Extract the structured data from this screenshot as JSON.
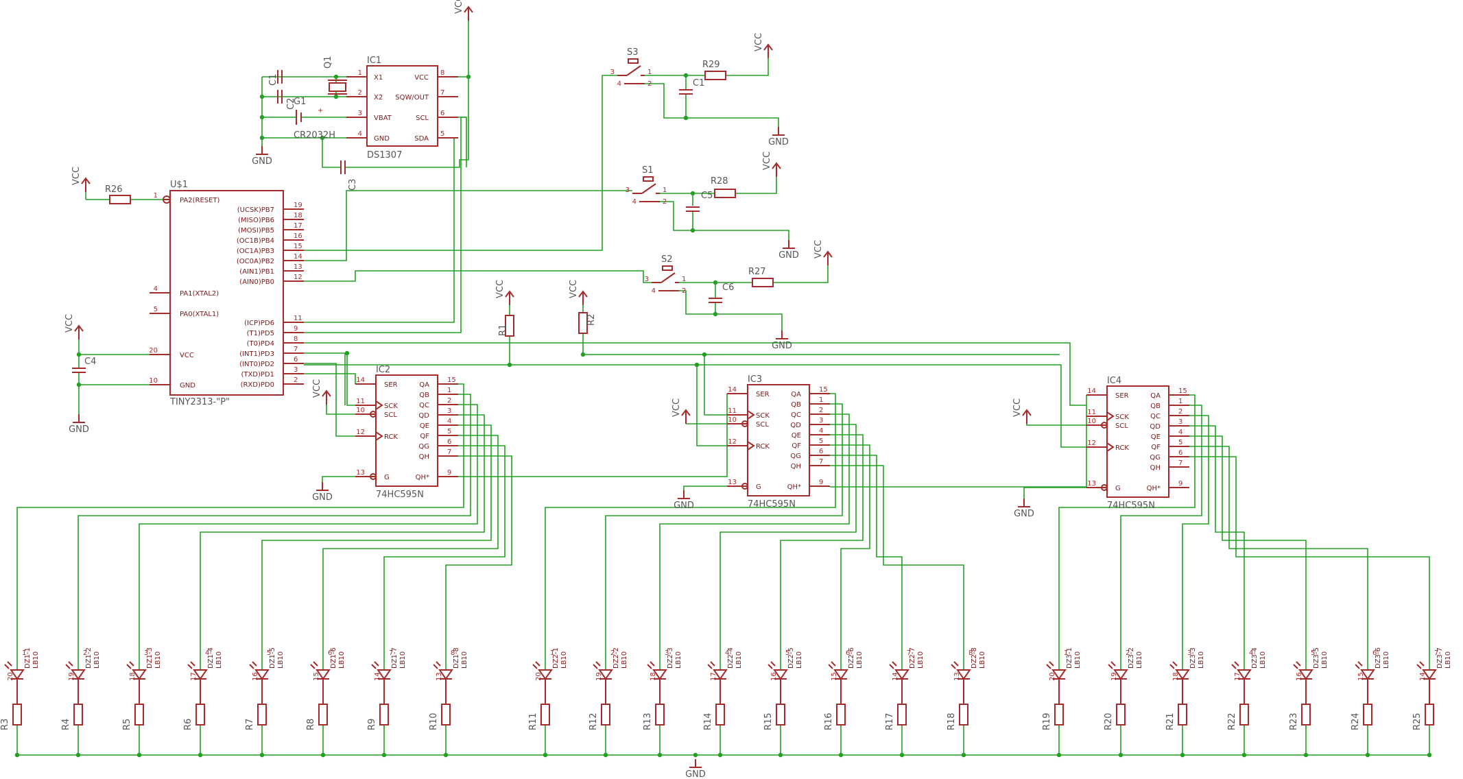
{
  "supply": {
    "vcc": "VCC",
    "gnd": "GND"
  },
  "u1": {
    "name": "U$1",
    "value": "TINY2313-\"P\"",
    "left_pins": [
      {
        "num": "1",
        "label": "PA2(RESET)"
      },
      {
        "num": "4",
        "label": "PA1(XTAL2)"
      },
      {
        "num": "5",
        "label": "PA0(XTAL1)"
      },
      {
        "num": "20",
        "label": "VCC"
      },
      {
        "num": "10",
        "label": "GND"
      }
    ],
    "right_pins": [
      {
        "num": "19",
        "label": "(UCSK)PB7"
      },
      {
        "num": "18",
        "label": "(MISO)PB6"
      },
      {
        "num": "17",
        "label": "(MOSI)PB5"
      },
      {
        "num": "16",
        "label": "(OC1B)PB4"
      },
      {
        "num": "15",
        "label": "(OC1A)PB3"
      },
      {
        "num": "14",
        "label": "(OC0A)PB2"
      },
      {
        "num": "13",
        "label": "(AIN1)PB1"
      },
      {
        "num": "12",
        "label": "(AIN0)PB0"
      },
      {
        "num": "11",
        "label": "(ICP)PD6"
      },
      {
        "num": "9",
        "label": "(T1)PD5"
      },
      {
        "num": "8",
        "label": "(T0)PD4"
      },
      {
        "num": "7",
        "label": "(INT1)PD3"
      },
      {
        "num": "6",
        "label": "(INT0)PD2"
      },
      {
        "num": "3",
        "label": "(TXD)PD1"
      },
      {
        "num": "2",
        "label": "(RXD)PD0"
      }
    ]
  },
  "ic1": {
    "name": "IC1",
    "value": "DS1307",
    "left_pins": [
      {
        "num": "1",
        "label": "X1"
      },
      {
        "num": "2",
        "label": "X2"
      },
      {
        "num": "3",
        "label": "VBAT"
      },
      {
        "num": "4",
        "label": "GND"
      }
    ],
    "right_pins": [
      {
        "num": "8",
        "label": "VCC"
      },
      {
        "num": "7",
        "label": "SQW/OUT"
      },
      {
        "num": "6",
        "label": "SCL"
      },
      {
        "num": "5",
        "label": "SDA"
      }
    ]
  },
  "shift_registers": [
    {
      "name": "IC2",
      "value": "74HC595N"
    },
    {
      "name": "IC3",
      "value": "74HC595N"
    },
    {
      "name": "IC4",
      "value": "74HC595N"
    }
  ],
  "sr_left_pins": [
    {
      "num": "14",
      "label": "SER"
    },
    {
      "num": "11",
      "label": "SCK"
    },
    {
      "num": "10",
      "label": "SCL"
    },
    {
      "num": "12",
      "label": "RCK"
    },
    {
      "num": "13",
      "label": "G"
    }
  ],
  "sr_right_pins": [
    {
      "num": "15",
      "label": "QA"
    },
    {
      "num": "1",
      "label": "QB"
    },
    {
      "num": "2",
      "label": "QC"
    },
    {
      "num": "3",
      "label": "QD"
    },
    {
      "num": "4",
      "label": "QE"
    },
    {
      "num": "5",
      "label": "QF"
    },
    {
      "num": "6",
      "label": "QG"
    },
    {
      "num": "7",
      "label": "QH"
    },
    {
      "num": "9",
      "label": "QH*"
    }
  ],
  "switches": [
    {
      "name": "S3",
      "pins": [
        "3",
        "4",
        "1",
        "2"
      ]
    },
    {
      "name": "S1",
      "pins": [
        "3",
        "4",
        "1",
        "2"
      ]
    },
    {
      "name": "S2",
      "pins": [
        "3",
        "4",
        "1",
        "2"
      ]
    }
  ],
  "passives": {
    "R26": "R26",
    "R29": "R29",
    "R28": "R28",
    "R27": "R27",
    "R1": "R1",
    "R2": "R2",
    "C1a": "C1",
    "C1b": "C1",
    "C2": "C2",
    "C3": "C3",
    "C4": "C4",
    "C5": "C5",
    "C6": "C6",
    "Q1": "Q1",
    "G1": "G1",
    "G1_value": "CR2032H"
  },
  "leds": [
    {
      "ref": "DZ1-1",
      "pin": "1",
      "cpin": "20",
      "val": "LB10",
      "res": "R3"
    },
    {
      "ref": "DZ1-2",
      "pin": "2",
      "cpin": "19",
      "val": "LB10",
      "res": "R4"
    },
    {
      "ref": "DZ1-3",
      "pin": "3",
      "cpin": "18",
      "val": "LB10",
      "res": "R5"
    },
    {
      "ref": "DZ1-4",
      "pin": "4",
      "cpin": "17",
      "val": "LB10",
      "res": "R6"
    },
    {
      "ref": "DZ1-5",
      "pin": "5",
      "cpin": "16",
      "val": "LB10",
      "res": "R7"
    },
    {
      "ref": "DZ1-6",
      "pin": "6",
      "cpin": "15",
      "val": "LB10",
      "res": "R8"
    },
    {
      "ref": "DZ1-7",
      "pin": "7",
      "cpin": "14",
      "val": "LB10",
      "res": "R9"
    },
    {
      "ref": "DZ1-8",
      "pin": "8",
      "cpin": "13",
      "val": "LB10",
      "res": "R10"
    },
    {
      "ref": "DZ2-1",
      "pin": "1",
      "cpin": "20",
      "val": "LB10",
      "res": "R11"
    },
    {
      "ref": "DZ2-2",
      "pin": "2",
      "cpin": "19",
      "val": "LB10",
      "res": "R12"
    },
    {
      "ref": "DZ2-3",
      "pin": "3",
      "cpin": "18",
      "val": "LB10",
      "res": "R13"
    },
    {
      "ref": "DZ2-4",
      "pin": "4",
      "cpin": "17",
      "val": "LB10",
      "res": "R14"
    },
    {
      "ref": "DZ2-5",
      "pin": "5",
      "cpin": "16",
      "val": "LB10",
      "res": "R15"
    },
    {
      "ref": "DZ2-6",
      "pin": "6",
      "cpin": "15",
      "val": "LB10",
      "res": "R16"
    },
    {
      "ref": "DZ2-7",
      "pin": "7",
      "cpin": "14",
      "val": "LB10",
      "res": "R17"
    },
    {
      "ref": "DZ2-8",
      "pin": "8",
      "cpin": "13",
      "val": "LB10",
      "res": "R18"
    },
    {
      "ref": "DZ3-1",
      "pin": "1",
      "cpin": "20",
      "val": "LB10",
      "res": "R19"
    },
    {
      "ref": "DZ3-2",
      "pin": "2",
      "cpin": "19",
      "val": "LB10",
      "res": "R20"
    },
    {
      "ref": "DZ3-3",
      "pin": "3",
      "cpin": "18",
      "val": "LB10",
      "res": "R21"
    },
    {
      "ref": "DZ3-4",
      "pin": "4",
      "cpin": "17",
      "val": "LB10",
      "res": "R22"
    },
    {
      "ref": "DZ3-5",
      "pin": "5",
      "cpin": "16",
      "val": "LB10",
      "res": "R23"
    },
    {
      "ref": "DZ3-6",
      "pin": "6",
      "cpin": "15",
      "val": "LB10",
      "res": "R24"
    },
    {
      "ref": "DZ3-7",
      "pin": "7",
      "cpin": "14",
      "val": "LB10",
      "res": "R25"
    }
  ]
}
